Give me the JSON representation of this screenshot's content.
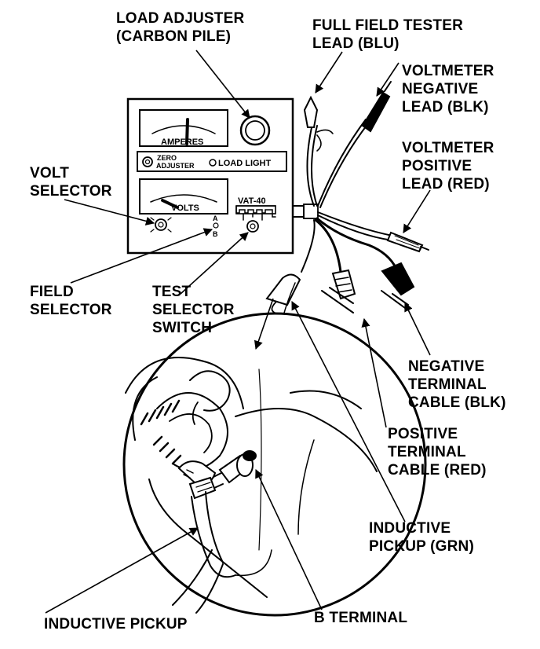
{
  "labels": {
    "load_adjuster": [
      "LOAD ADJUSTER",
      "(CARBON PILE)"
    ],
    "full_field": [
      "FULL FIELD TESTER",
      "LEAD (BLU)"
    ],
    "voltmeter_negative": [
      "VOLTMETER",
      "NEGATIVE",
      "LEAD (BLK)"
    ],
    "voltmeter_positive": [
      "VOLTMETER",
      "POSITIVE",
      "LEAD (RED)"
    ],
    "volt_selector": [
      "VOLT",
      "SELECTOR"
    ],
    "field_selector": [
      "FIELD",
      "SELECTOR"
    ],
    "test_selector": [
      "TEST",
      "SELECTOR",
      "SWITCH"
    ],
    "negative_terminal": [
      "NEGATIVE",
      "TERMINAL",
      "CABLE (BLK)"
    ],
    "positive_terminal": [
      "POSITIVE",
      "TERMINAL",
      "CABLE (RED)"
    ],
    "inductive_pickup_grn": [
      "INDUCTIVE",
      "PICKUP (GRN)"
    ],
    "inductive_pickup": "INDUCTIVE PICKUP",
    "b_terminal": "B TERMINAL"
  },
  "panel": {
    "amperes": "AMPERES",
    "zero": "ZERO",
    "adjuster": "ADJUSTER",
    "load_light": "LOAD LIGHT",
    "volts": "VOLTS",
    "model": "VAT-40",
    "a": "A",
    "b": "B"
  }
}
